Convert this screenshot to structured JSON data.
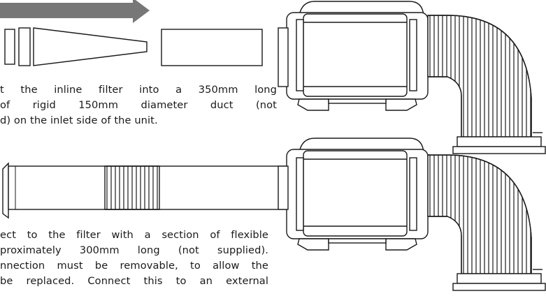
{
  "instructions": {
    "step_filter": {
      "lines": [
        "t the inline filter into a 350mm long",
        "of rigid 150mm diameter duct (not",
        "d) on the inlet side of the unit."
      ]
    },
    "step_flexible": {
      "lines": [
        "ect to the filter with a section of flexible",
        "proximately 300mm long (not supplied).",
        "nnection must be removable, to allow the",
        "be replaced. Connect this to an external"
      ]
    }
  },
  "illustration": {
    "arrow_color": "#777777",
    "line_color": "#1a1a1a"
  }
}
